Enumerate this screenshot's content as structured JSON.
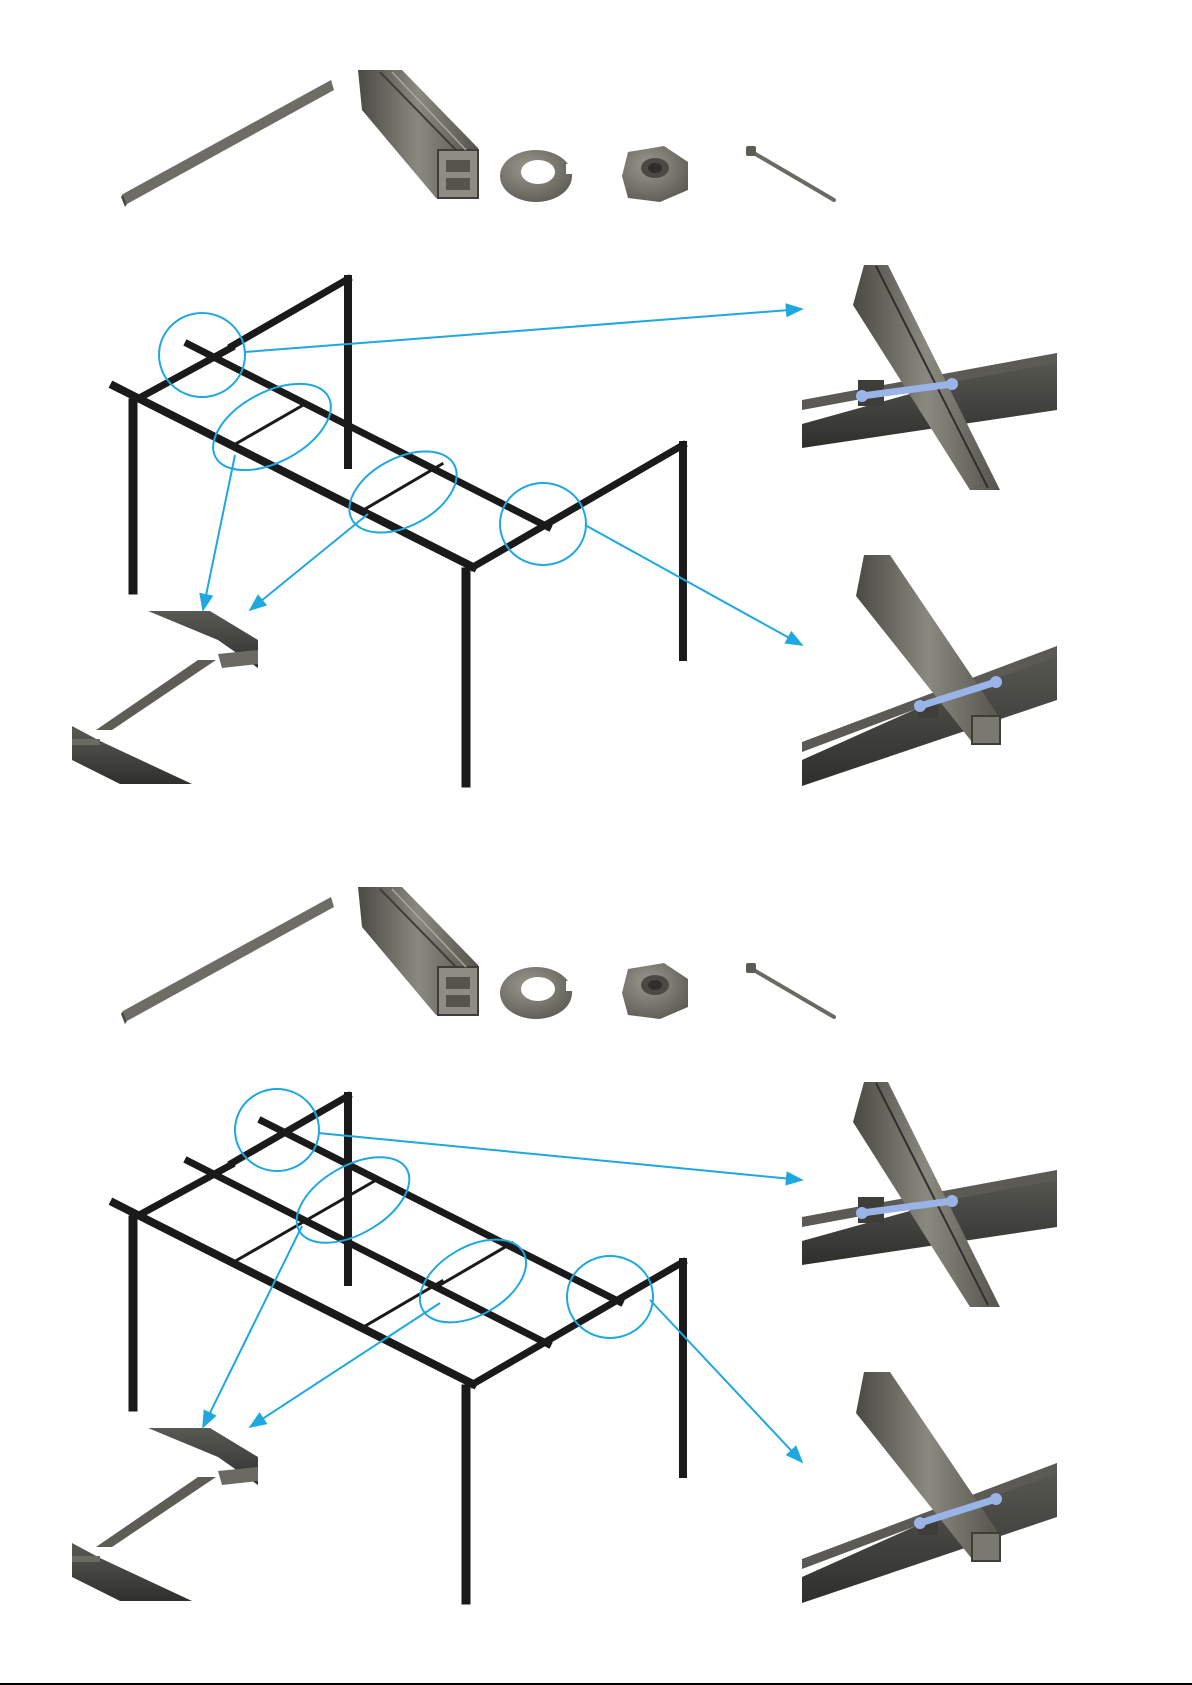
{
  "colors": {
    "background": "#ffffff",
    "callout": "#1fa8e0",
    "frame": "#1a1a1a",
    "part": "#6b6a62",
    "part_dark": "#3e3d38",
    "bolt": "#9bb4e8",
    "page_rule": "#000000"
  },
  "steps": [
    {
      "parts": [
        "cross-beam",
        "aluminium-profile",
        "spring-washer",
        "hex-nut",
        "hex-bolt"
      ],
      "frame": "table-frame-one-crossbar",
      "callouts": [
        "corner-joint",
        "mid-crossbar-joint-1",
        "mid-crossbar-joint-2",
        "end-joint"
      ]
    },
    {
      "parts": [
        "cross-beam",
        "aluminium-profile",
        "spring-washer",
        "hex-nut",
        "hex-bolt"
      ],
      "frame": "table-frame-two-crossbars",
      "callouts": [
        "corner-joint",
        "mid-crossbar-joint-1",
        "mid-crossbar-joint-2",
        "end-joint"
      ]
    }
  ]
}
